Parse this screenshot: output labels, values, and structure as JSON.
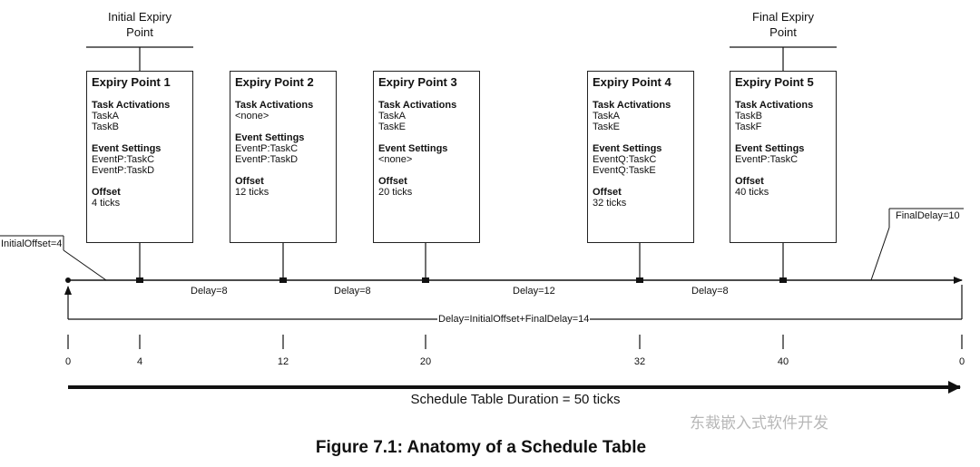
{
  "top_labels": {
    "initial": "Initial Expiry\nPoint",
    "final": "Final Expiry\nPoint"
  },
  "expiry_points": [
    {
      "title": "Expiry Point 1",
      "tasks_heading": "Task Activations",
      "tasks": [
        "TaskA",
        "TaskB"
      ],
      "events_heading": "Event Settings",
      "events": [
        "EventP:TaskC",
        "EventP:TaskD"
      ],
      "offset_heading": "Offset",
      "offset": "4 ticks"
    },
    {
      "title": "Expiry Point 2",
      "tasks_heading": "Task Activations",
      "tasks": [
        "<none>"
      ],
      "events_heading": "Event Settings",
      "events": [
        "EventP:TaskC",
        "EventP:TaskD"
      ],
      "offset_heading": "Offset",
      "offset": "12 ticks"
    },
    {
      "title": "Expiry Point 3",
      "tasks_heading": "Task Activations",
      "tasks": [
        "TaskA",
        "TaskE"
      ],
      "events_heading": "Event Settings",
      "events": [
        "<none>"
      ],
      "offset_heading": "Offset",
      "offset": "20 ticks"
    },
    {
      "title": "Expiry Point 4",
      "tasks_heading": "Task Activations",
      "tasks": [
        "TaskA",
        "TaskE"
      ],
      "events_heading": "Event Settings",
      "events": [
        "EventQ:TaskC",
        "EventQ:TaskE"
      ],
      "offset_heading": "Offset",
      "offset": "32 ticks"
    },
    {
      "title": "Expiry Point 5",
      "tasks_heading": "Task Activations",
      "tasks": [
        "TaskB",
        "TaskF"
      ],
      "events_heading": "Event Settings",
      "events": [
        "EventP:TaskC"
      ],
      "offset_heading": "Offset",
      "offset": "40 ticks"
    }
  ],
  "annotations": {
    "initial_offset": "InitialOffset=4",
    "final_delay": "FinalDelay=10",
    "wrap_delay": "Delay=InitialOffset+FinalDelay=14"
  },
  "delays": [
    "Delay=8",
    "Delay=8",
    "Delay=12",
    "Delay=8"
  ],
  "ticks": [
    "0",
    "4",
    "12",
    "20",
    "32",
    "40",
    "0"
  ],
  "duration_label": "Schedule Table Duration = 50 ticks",
  "figure_title": "Figure 7.1: Anatomy of a Schedule Table",
  "watermark": "东裁嵌入式软件开发"
}
